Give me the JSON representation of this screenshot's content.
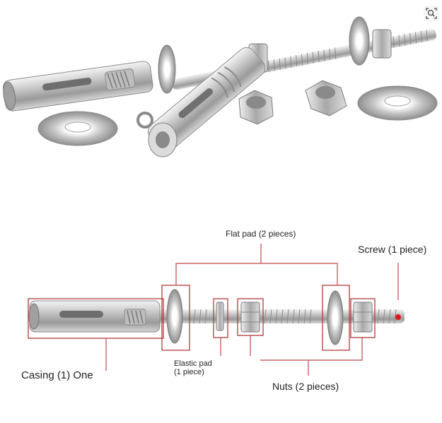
{
  "labels": {
    "flat_pad": "Flat pad (2 pieces)",
    "screw": "Screw (1 piece)",
    "casing": "Casing (1) One",
    "elastic_pad": "Elastic pad",
    "elastic_pad_count": "(1 piece)",
    "nuts": "Nuts (2 pieces)"
  },
  "icons": {
    "lens": "image-search-icon"
  },
  "colors": {
    "callout_box": "#b23a3a",
    "leader_line": "#c04848",
    "screw_tip_marker": "#e01818"
  }
}
